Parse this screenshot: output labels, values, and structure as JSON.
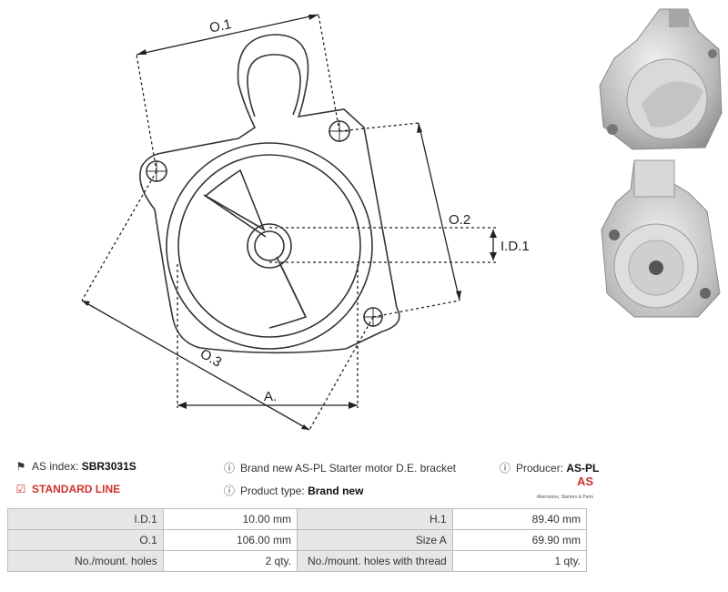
{
  "drawing": {
    "labels": {
      "o1": "O.1",
      "o2": "O.2",
      "o3": "O.3",
      "id1": "I.D.1",
      "a": "A."
    }
  },
  "photos": {
    "top": {
      "icon": "bracket-photo-front"
    },
    "bottom": {
      "icon": "bracket-photo-rear"
    }
  },
  "info": {
    "as_index_label": "AS index:",
    "as_index_value": "SBR3031S",
    "standard_line": "STANDARD LINE",
    "description": "Brand new AS-PL Starter motor D.E. bracket",
    "product_type_label": "Product type:",
    "product_type_value": "Brand new",
    "producer_label": "Producer:",
    "producer_value": "AS-PL",
    "logo_text": "AS",
    "logo_sub": "Alternators, Starters & Parts",
    "accent_color": "#d0312d"
  },
  "specs": {
    "rows": [
      {
        "l1": "I.D.1",
        "v1": "10.00 mm",
        "l2": "H.1",
        "v2": "89.40 mm"
      },
      {
        "l1": "O.1",
        "v1": "106.00 mm",
        "l2": "Size A",
        "v2": "69.90 mm"
      },
      {
        "l1": "No./mount. holes",
        "v1": "2 qty.",
        "l2": "No./mount. holes with thread",
        "v2": "1 qty."
      }
    ]
  }
}
